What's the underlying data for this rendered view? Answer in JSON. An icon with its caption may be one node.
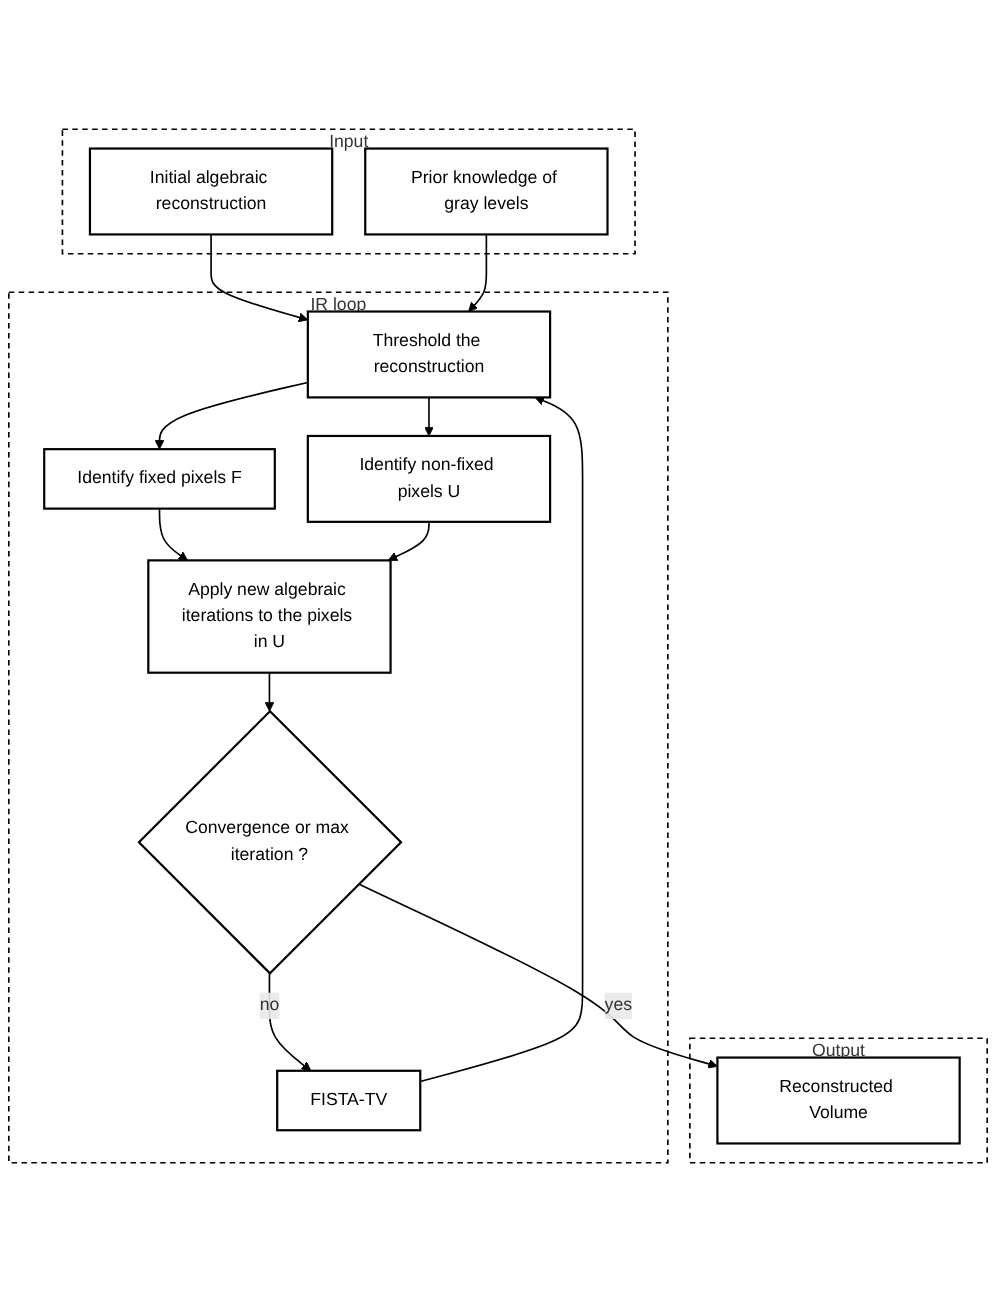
{
  "diagram": {
    "nodes": [
      {
        "text": [
          "Input"
        ]
      },
      {
        "text": [
          "Initial algebraic reconstruction"
        ],
        "in": 0
      },
      {
        "text": [
          "Prior knowledge of gray levels"
        ],
        "in": 0
      },
      {
        "text": [
          "IR loop"
        ]
      },
      {
        "text": [
          "Threshold the reconstruction"
        ],
        "in": 3
      },
      {
        "text": [
          "Identify fixed pixels F"
        ],
        "in": 3
      },
      {
        "text": [
          "Identify non-fixed pixels U"
        ],
        "in": 3
      },
      {
        "text": [
          "Apply new algebraic iterations to the pixels in U"
        ],
        "in": 3
      },
      {
        "text": [
          "FISTA-TV"
        ],
        "in": 3
      },
      {
        "text": [
          "Convergence or max iteration ?"
        ],
        "in": 3
      },
      {
        "text": [
          "Output"
        ]
      },
      {
        "text": [
          "Reconstructed Volume"
        ],
        "in": 10
      }
    ],
    "edges": [
      {
        "from": 1,
        "to": 4,
        "arrow": "to"
      },
      {
        "from": 2,
        "to": 4,
        "arrow": "to"
      },
      {
        "from": 4,
        "to": 5,
        "arrow": "to"
      },
      {
        "from": 4,
        "to": 6,
        "arrow": "to"
      },
      {
        "from": 5,
        "to": 7,
        "arrow": "to"
      },
      {
        "from": 6,
        "to": 7,
        "arrow": "to"
      },
      {
        "from": 7,
        "to": 9,
        "arrow": "to"
      },
      {
        "from": 9,
        "to": 8,
        "arrow": "to",
        "label": "no"
      },
      {
        "from": 8,
        "to": 4,
        "arrow": "to"
      },
      {
        "from": 9,
        "to": 11,
        "arrow": "to",
        "label": "yes"
      }
    ]
  }
}
